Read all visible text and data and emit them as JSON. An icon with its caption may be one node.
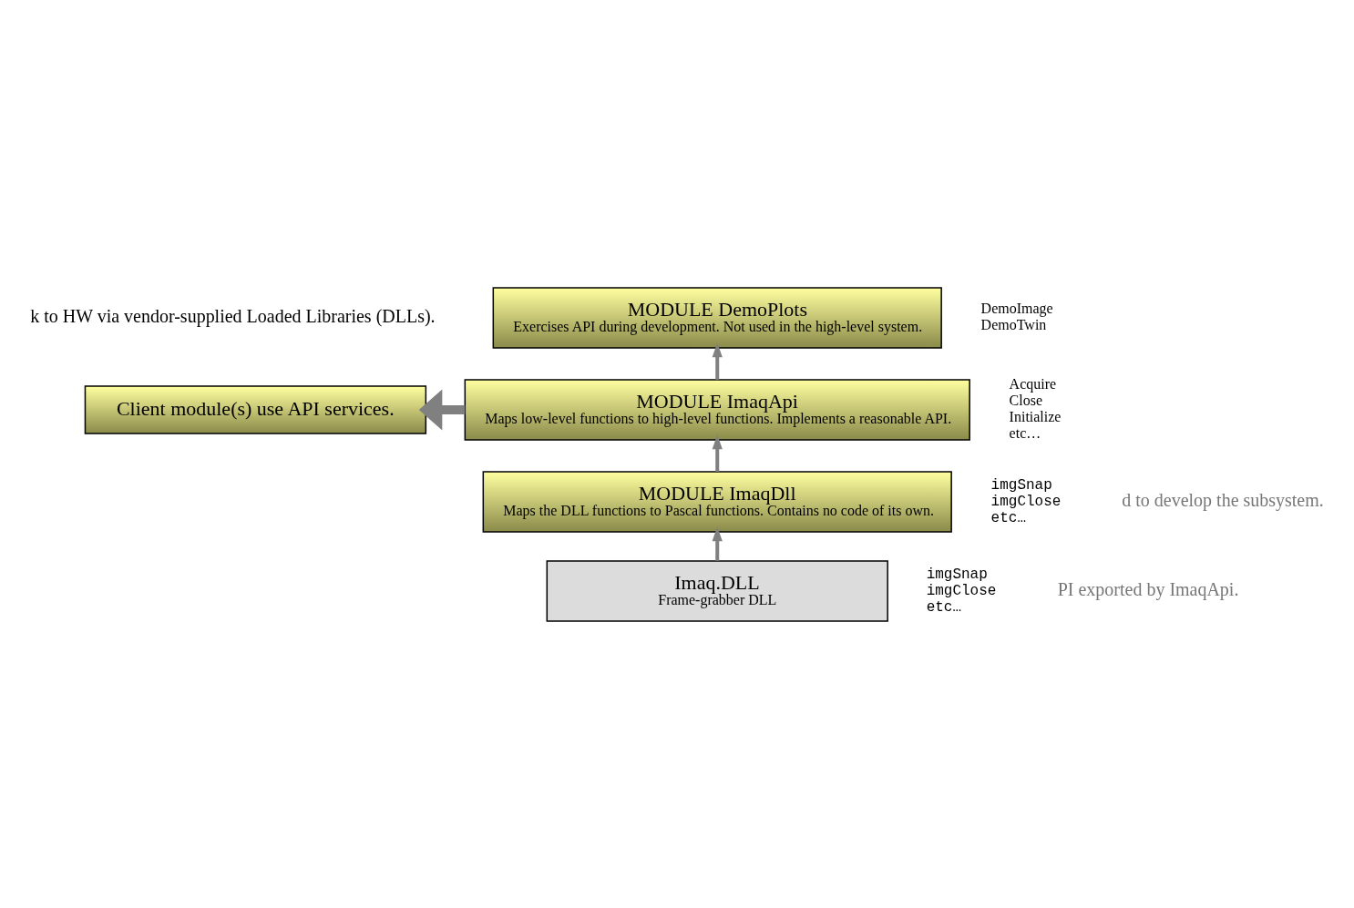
{
  "diagram": {
    "nodes": [
      {
        "text": [
          "MODULE DemoPlots",
          "Exercises API during development. Not used in the high-level system."
        ],
        "beside": [
          "DemoImage",
          "DemoTwin"
        ]
      },
      {
        "text": [
          "Client module(s) use API services."
        ]
      },
      {
        "text": [
          "MODULE ImaqApi",
          "Maps low-level functions to high-level functions. Implements a reasonable API."
        ],
        "beside": [
          "Acquire",
          "Close",
          "Initialize",
          "etc…"
        ]
      },
      {
        "text": [
          "MODULE ImaqDll",
          "Maps the DLL functions to Pascal functions. Contains no code of its own."
        ],
        "beside": [
          "imgSnap",
          "imgClose",
          "etc…"
        ]
      },
      {
        "text": [
          "Imaq.DLL",
          "Frame-grabber DLL"
        ],
        "beside": [
          "imgSnap",
          "imgClose",
          "etc…"
        ]
      }
    ],
    "edges": [
      {
        "from": 2,
        "to": 0,
        "arrow": "to"
      },
      {
        "from": 2,
        "to": 1,
        "arrow": "to",
        "style": "thick"
      },
      {
        "from": 3,
        "to": 2,
        "arrow": "to"
      },
      {
        "from": 4,
        "to": 3,
        "arrow": "to"
      }
    ],
    "labels": [
      "k to HW via vendor-supplied Loaded Libraries (DLLs).",
      "d to develop the subsystem.",
      "PI exported by ImaqApi."
    ]
  }
}
